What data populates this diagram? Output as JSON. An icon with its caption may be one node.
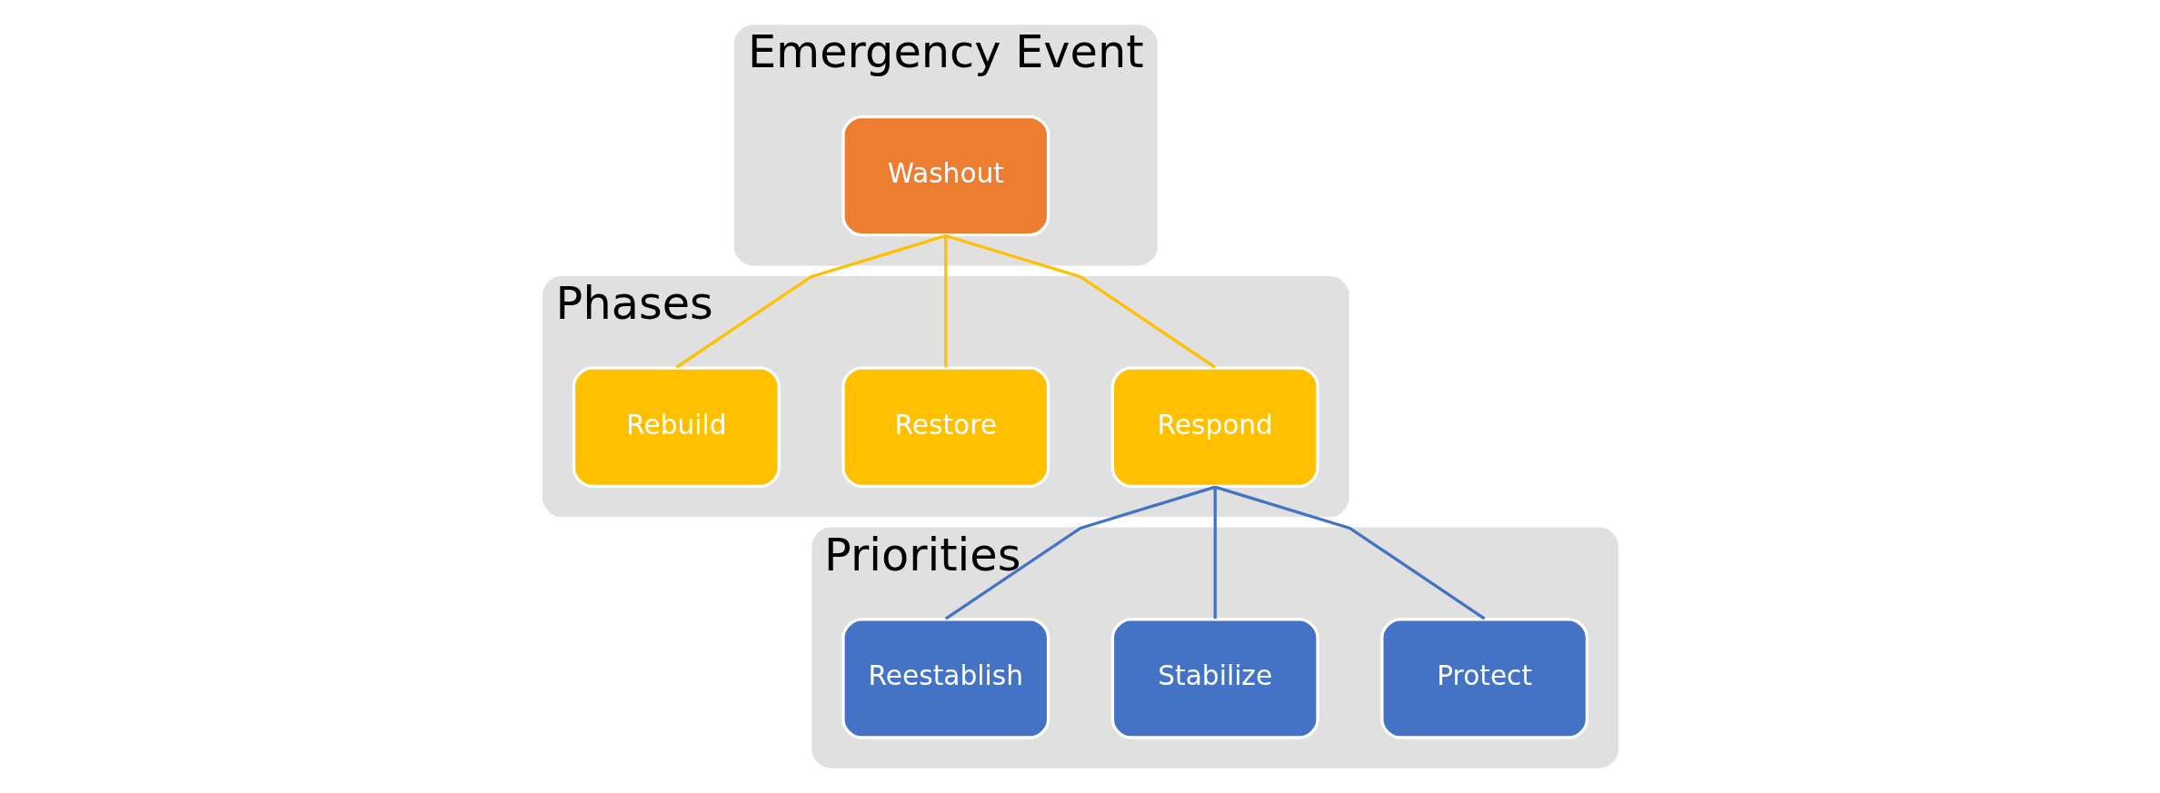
{
  "diagram": {
    "nodes": [
      {
        "text": [
          "Emergency Event"
        ]
      },
      {
        "text": [
          "Washout"
        ],
        "in": 0
      },
      {
        "text": [
          "Phases"
        ]
      },
      {
        "text": [
          "Respond"
        ],
        "in": 2
      },
      {
        "text": [
          "Restore"
        ],
        "in": 2
      },
      {
        "text": [
          "Rebuild"
        ],
        "in": 2
      },
      {
        "text": [
          "Priorities"
        ]
      },
      {
        "text": [
          "Protect"
        ],
        "in": 6
      },
      {
        "text": [
          "Stabilize"
        ],
        "in": 6
      },
      {
        "text": [
          "Reestablish"
        ],
        "in": 6
      }
    ],
    "edges": [
      {
        "from": 1,
        "to": 3,
        "arrow": "none",
        "color": "#ffc000"
      },
      {
        "from": 1,
        "to": 4,
        "arrow": "none",
        "color": "#ffc000"
      },
      {
        "from": 1,
        "to": 5,
        "arrow": "none",
        "color": "#ffc000"
      },
      {
        "from": 3,
        "to": 7,
        "arrow": "none",
        "color": "#4472c4"
      },
      {
        "from": 3,
        "to": 8,
        "arrow": "none",
        "color": "#4472c4"
      },
      {
        "from": 3,
        "to": 9,
        "arrow": "none",
        "color": "#4472c4"
      }
    ]
  }
}
